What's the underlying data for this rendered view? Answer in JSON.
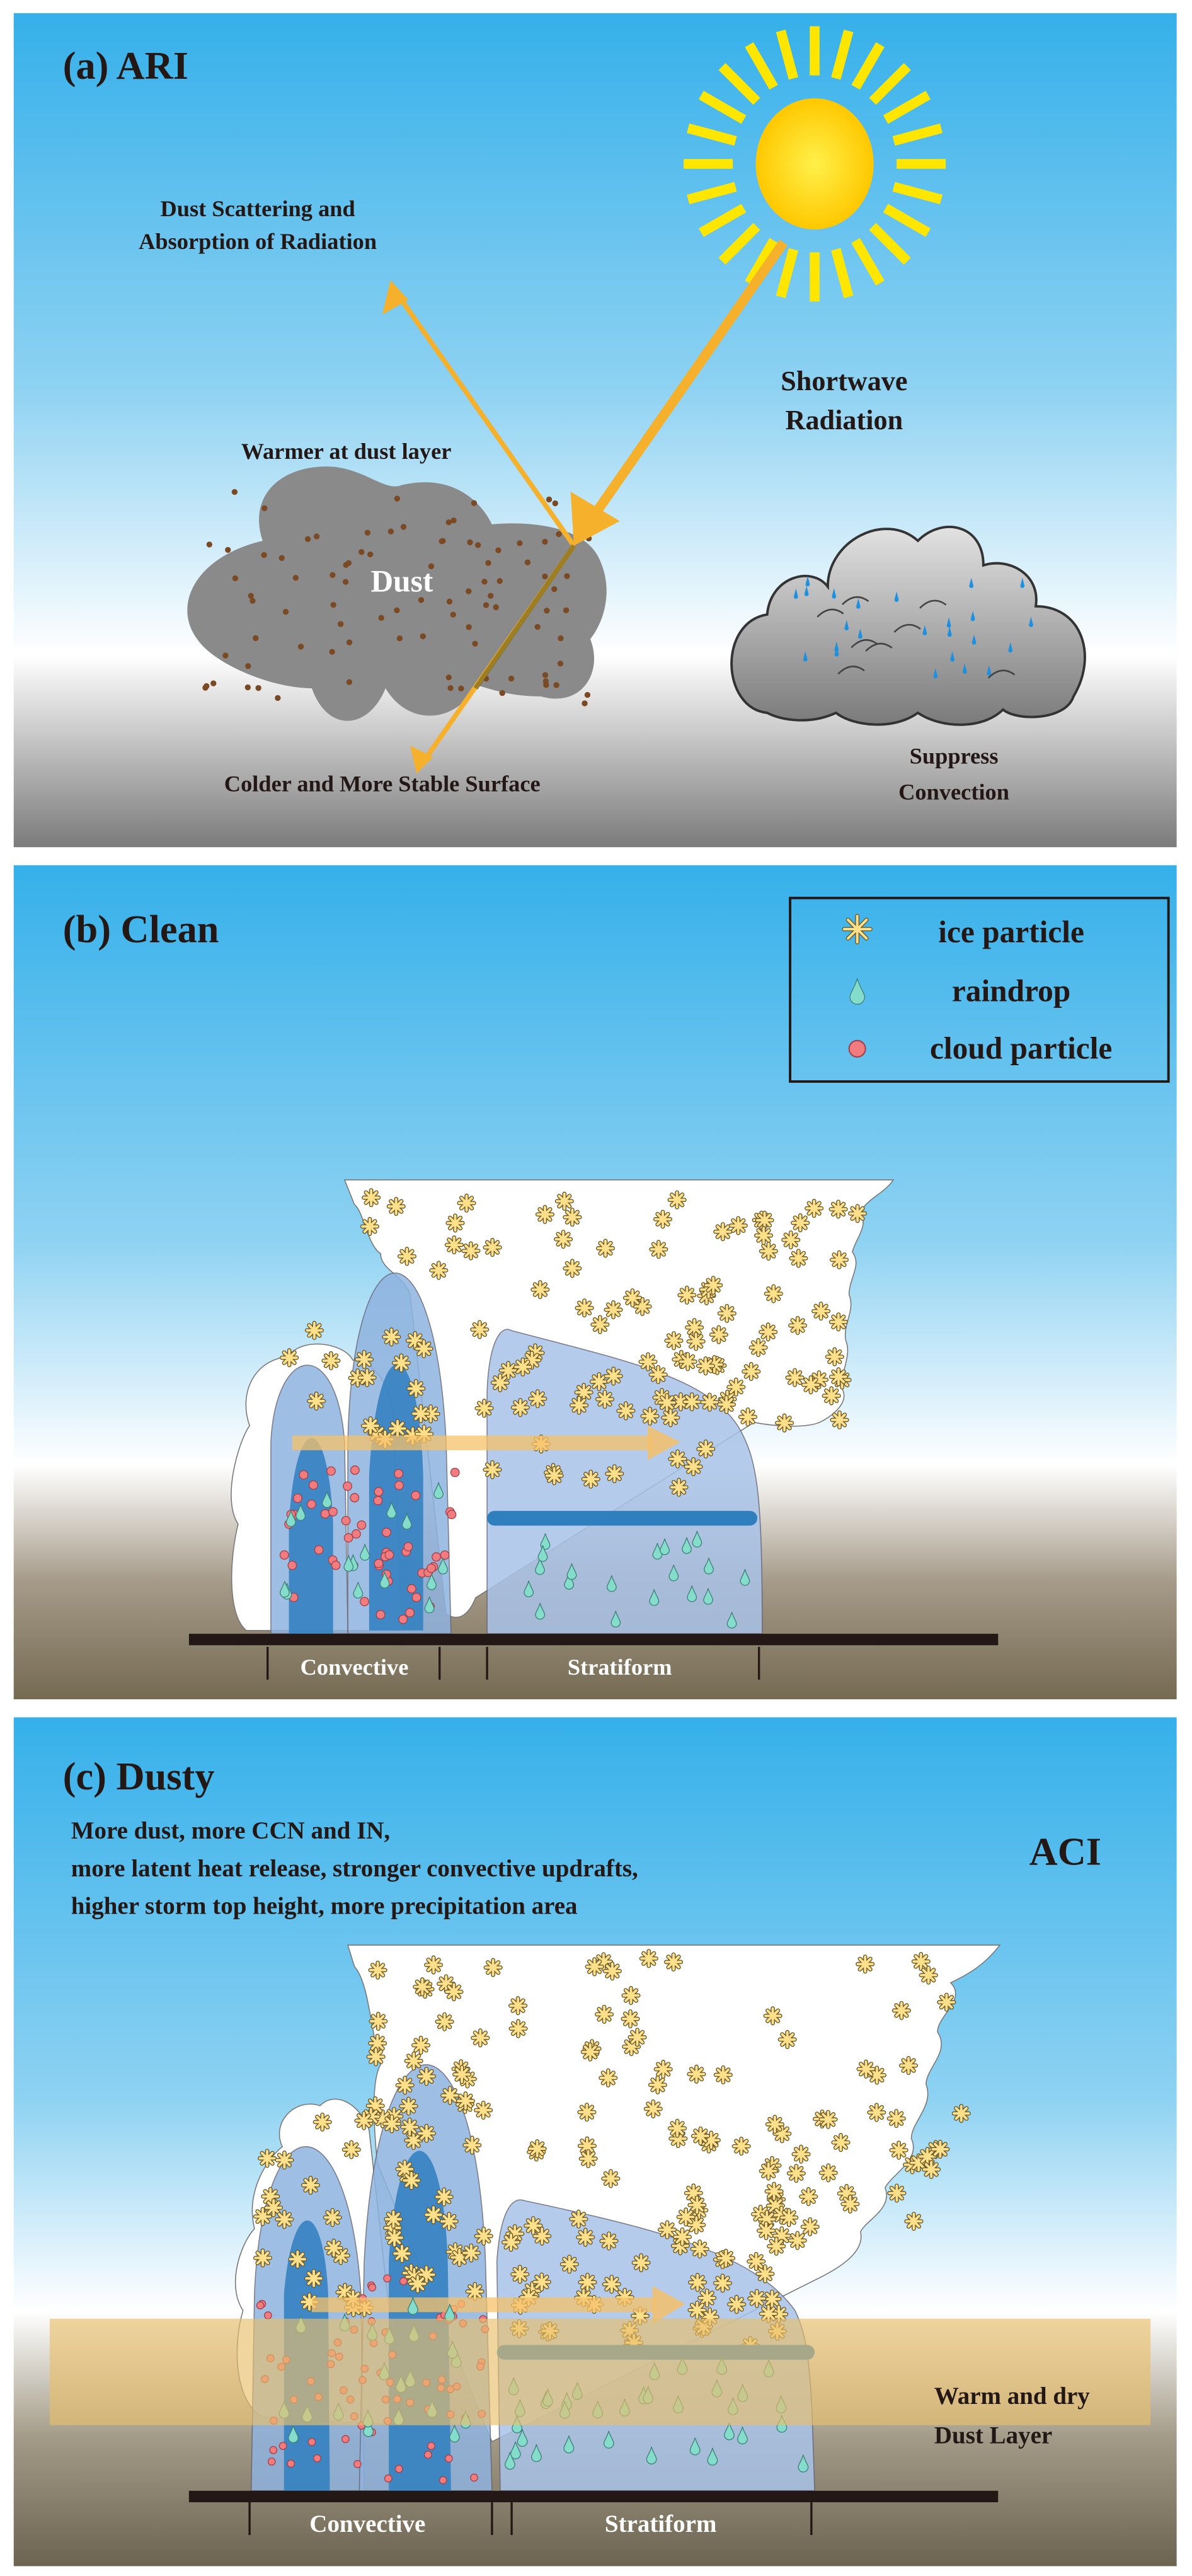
{
  "panel_a": {
    "title": "(a) ARI",
    "scatter_label_1": "Dust Scattering and",
    "scatter_label_2": "Absorption of Radiation",
    "shortwave_1": "Shortwave",
    "shortwave_2": "Radiation",
    "warmer": "Warmer at dust layer",
    "dust": "Dust",
    "colder": "Colder and More Stable Surface",
    "suppress_1": "Suppress",
    "suppress_2": "Convection"
  },
  "panel_b": {
    "title": "(b) Clean",
    "legend": {
      "ice": "ice particle",
      "rain": "raindrop",
      "cloud": "cloud particle"
    },
    "convective": "Convective",
    "stratiform": "Stratiform"
  },
  "panel_c": {
    "title": "(c) Dusty",
    "line_1": "More dust, more CCN and IN,",
    "line_2": "more latent heat release, stronger convective updrafts,",
    "line_3": "higher storm top height, more precipitation area",
    "aci": "ACI",
    "dust_layer_1": "Warm and dry",
    "dust_layer_2": "Dust Layer",
    "convective": "Convective",
    "stratiform": "Stratiform"
  },
  "colors": {
    "sky": "#35b0ea",
    "arrow": "#f5b02c",
    "sun": "#ffd700",
    "ice": "#ffe08a",
    "raindrop": "#84dccb",
    "cloud_particle": "#f07c80",
    "tower": "#8fb3df",
    "core": "#2f7fbf"
  }
}
